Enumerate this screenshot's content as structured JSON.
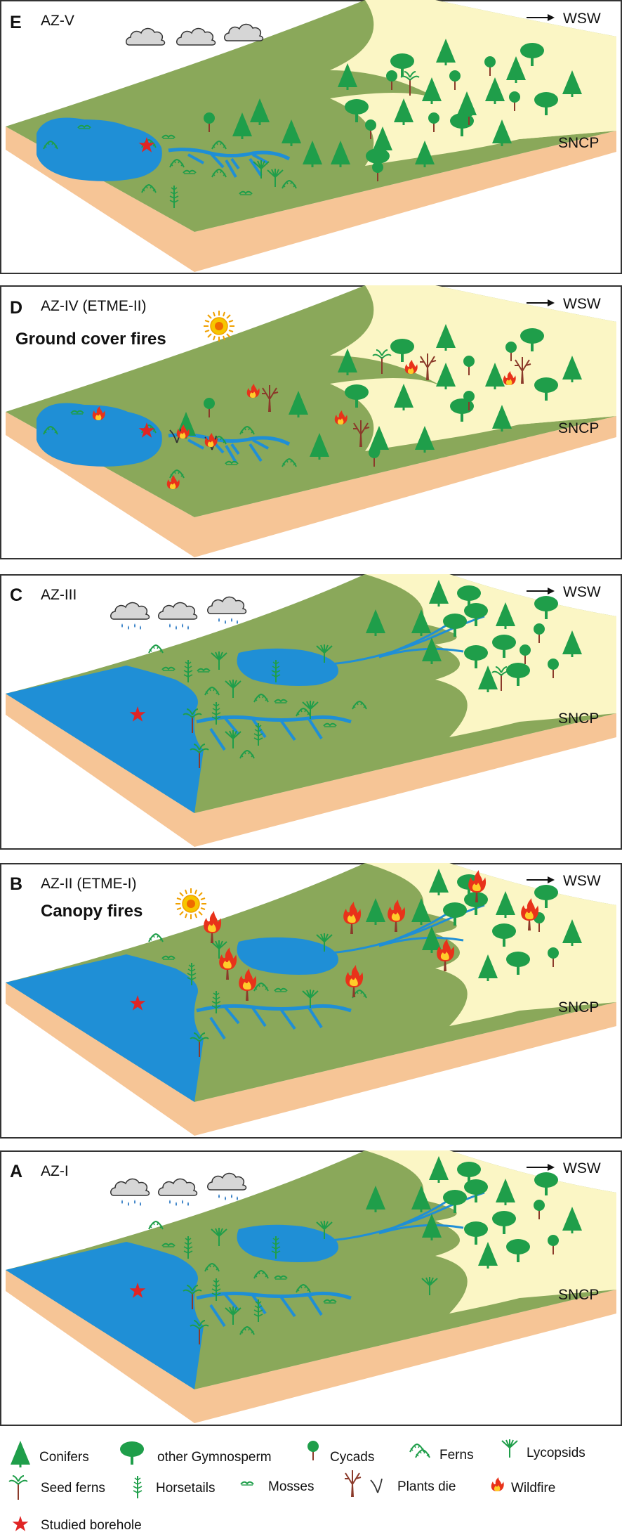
{
  "panels": [
    {
      "letter": "E",
      "label": "AZ-V",
      "subtitle": "",
      "weather": "cloud",
      "lake": "small",
      "fires": false,
      "dead": false
    },
    {
      "letter": "D",
      "label": "AZ-IV (ETME-II)",
      "subtitle": "Ground cover fires",
      "weather": "sun",
      "lake": "small",
      "fires": true,
      "dead": true
    },
    {
      "letter": "C",
      "label": "AZ-III",
      "subtitle": "",
      "weather": "rain",
      "lake": "large",
      "fires": false,
      "dead": false
    },
    {
      "letter": "B",
      "label": "AZ-II (ETME-I)",
      "subtitle": "Canopy fires",
      "weather": "sun",
      "lake": "large",
      "fires": true,
      "dead": false
    },
    {
      "letter": "A",
      "label": "AZ-I",
      "subtitle": "",
      "weather": "rain",
      "lake": "large",
      "fires": false,
      "dead": false
    }
  ],
  "direction_label": "WSW",
  "region_label": "SNCP",
  "legend": [
    {
      "key": "conifer",
      "label": "Conifers"
    },
    {
      "key": "gymno",
      "label": "other Gymnosperm"
    },
    {
      "key": "cycad",
      "label": "Cycads"
    },
    {
      "key": "fern",
      "label": "Ferns"
    },
    {
      "key": "lycopsid",
      "label": "Lycopsids"
    },
    {
      "key": "seedfern",
      "label": "Seed ferns"
    },
    {
      "key": "horsetail",
      "label": "Horsetails"
    },
    {
      "key": "moss",
      "label": "Mosses"
    },
    {
      "key": "dead",
      "label": "Plants die"
    },
    {
      "key": "fire",
      "label": "Wildfire"
    },
    {
      "key": "star",
      "label": "Studied borehole"
    }
  ],
  "colors": {
    "water": "#1f8fd6",
    "lowland": "#8aa85a",
    "upland": "#fbf6c5",
    "soil": "#f6c596",
    "plant": "#1f9e4a",
    "trunk": "#8b3a2a",
    "star": "#e02424",
    "fire": "#e8321a"
  }
}
